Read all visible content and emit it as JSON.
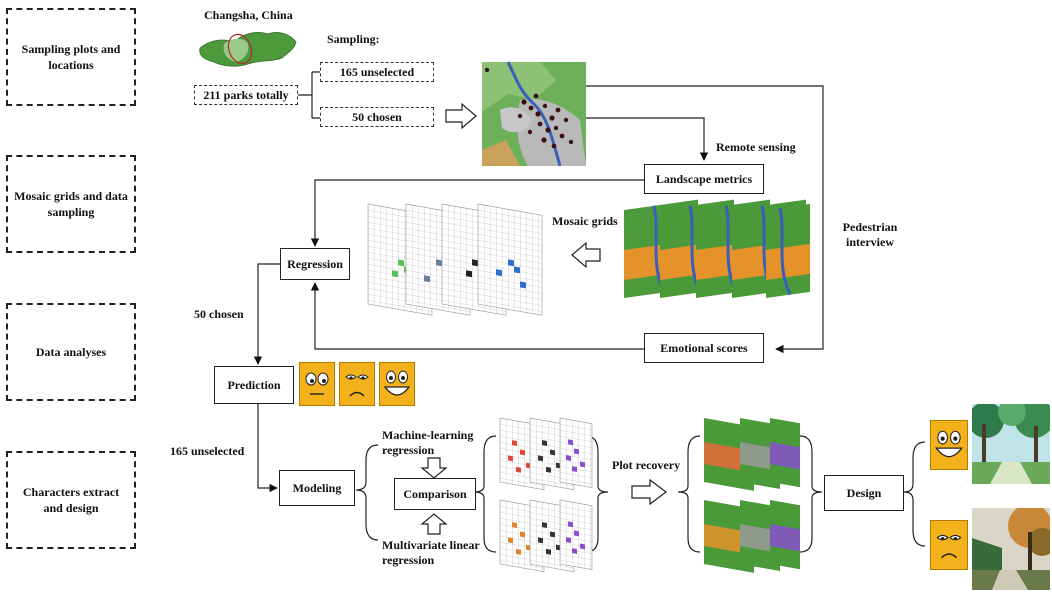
{
  "phases": [
    "Sampling plots and locations",
    "Mosaic grids and data sampling",
    "Data analyses",
    "Characters extract and design"
  ],
  "sampling": {
    "city": "Changsha, China",
    "title": "Sampling:",
    "total": "211 parks totally",
    "unselected": "165 unselected",
    "chosen": "50 chosen"
  },
  "labels": {
    "remote_sensing": "Remote sensing",
    "mosaic_grids": "Mosaic grids",
    "pedestrian_interview": "Pedestrian interview",
    "chosen_50": "50 chosen",
    "unselected_165": "165 unselected",
    "ml_regression": "Machine-learning regression",
    "mlr_regression": "Multivariate linear regression",
    "plot_recovery": "Plot recovery"
  },
  "boxes": {
    "landscape_metrics": "Landscape metrics",
    "regression": "Regression",
    "emotional_scores": "Emotional scores",
    "prediction": "Prediction",
    "modeling": "Modeling",
    "comparison": "Comparison",
    "design": "Design"
  },
  "icons": {
    "faces": [
      "neutral-face-icon",
      "sad-face-icon",
      "happy-face-icon"
    ],
    "design_faces": [
      "happy-face-icon",
      "sad-face-icon"
    ]
  },
  "colors": {
    "face_yellow": "#f3b21b",
    "map_green": "#4a9a3a",
    "heat_orange": "#e6922a",
    "river_blue": "#3a5fb8",
    "grid_green": "#5bbf5b",
    "grid_blue": "#2f6fd0",
    "grid_purple": "#8a4fd0",
    "grid_red": "#e0463a"
  }
}
